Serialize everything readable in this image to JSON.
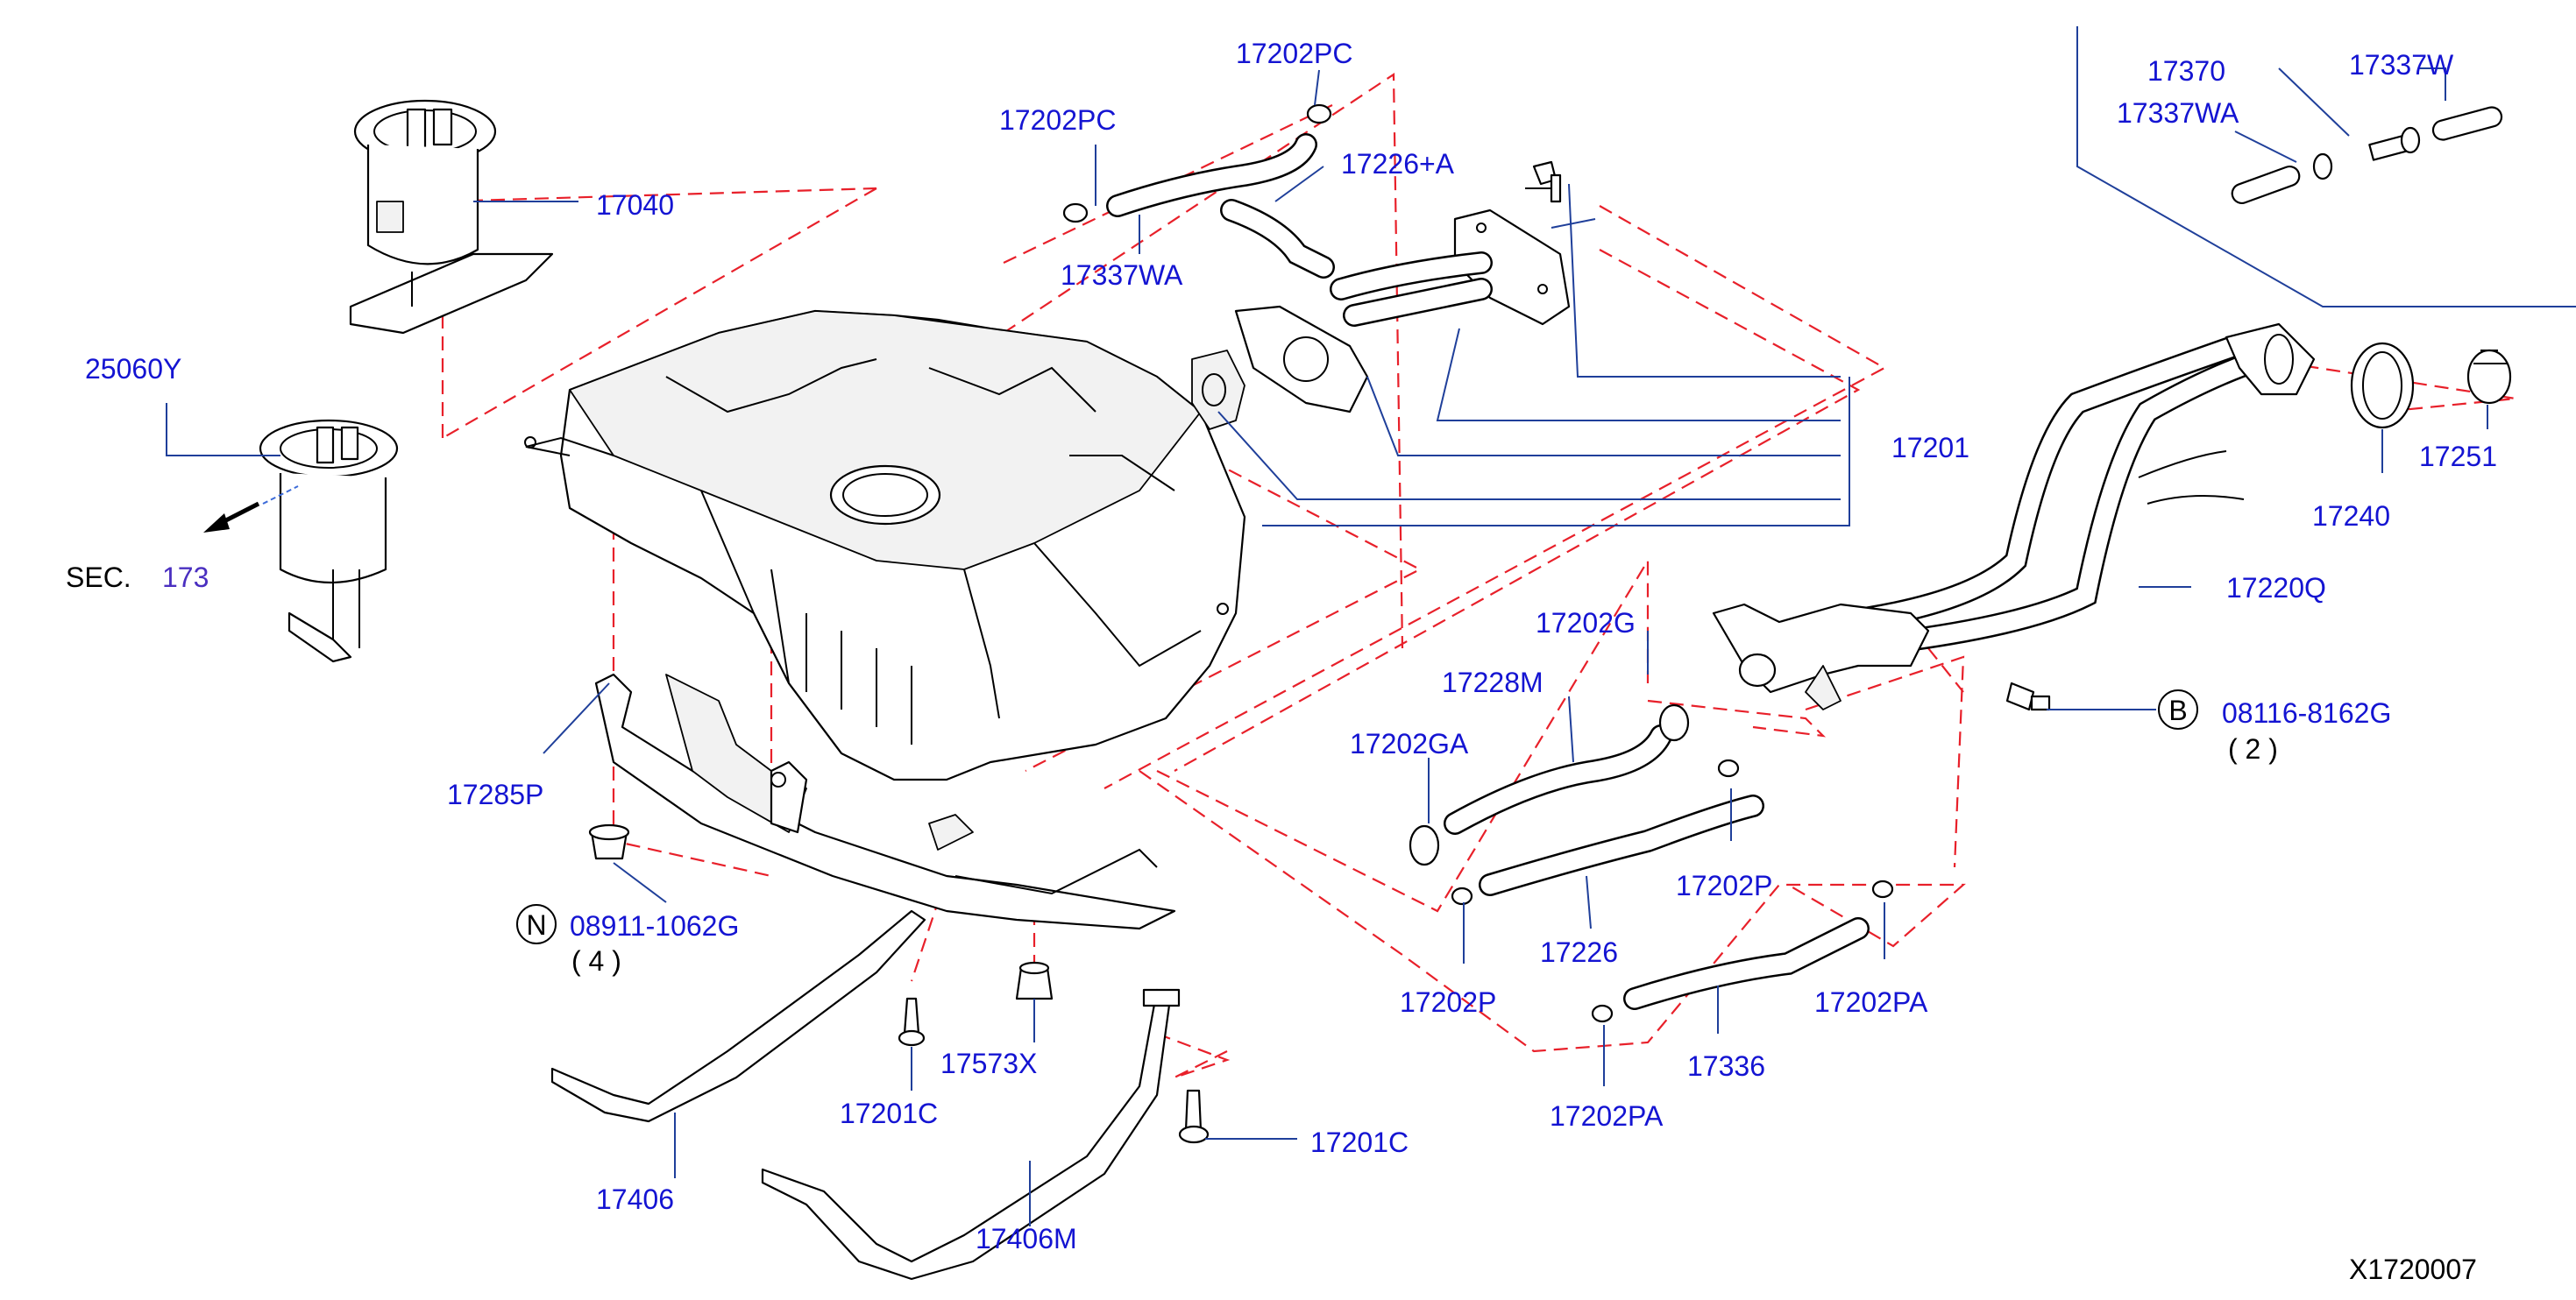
{
  "diagram_id": "X1720007",
  "section_ref": {
    "prefix": "SEC.",
    "number": "173"
  },
  "parts": {
    "p17202PC_a": "17202PC",
    "p17202PC_b": "17202PC",
    "p17226A": "17226+A",
    "p17337WA_a": "17337WA",
    "p17370": "17370",
    "p17337W": "17337W",
    "p17337WA_b": "17337WA",
    "p17040": "17040",
    "p25060Y": "25060Y",
    "p17201": "17201",
    "p17251": "17251",
    "p17240": "17240",
    "p17220Q": "17220Q",
    "p17202G": "17202G",
    "p17228M": "17228M",
    "p17202GA": "17202GA",
    "p08116": "08116-8162G",
    "p08116_qty": "( 2 )",
    "p17285P": "17285P",
    "p17202P_a": "17202P",
    "p17226": "17226",
    "p08911": "08911-1062G",
    "p08911_qty": "( 4 )",
    "p17202P_b": "17202P",
    "p17202PA_a": "17202PA",
    "p17573X": "17573X",
    "p17201C_a": "17201C",
    "p17336": "17336",
    "p17201C_b": "17201C",
    "p17202PA_b": "17202PA",
    "p17406": "17406",
    "p17406M": "17406M"
  },
  "markers": {
    "b": "B",
    "n": "N"
  }
}
